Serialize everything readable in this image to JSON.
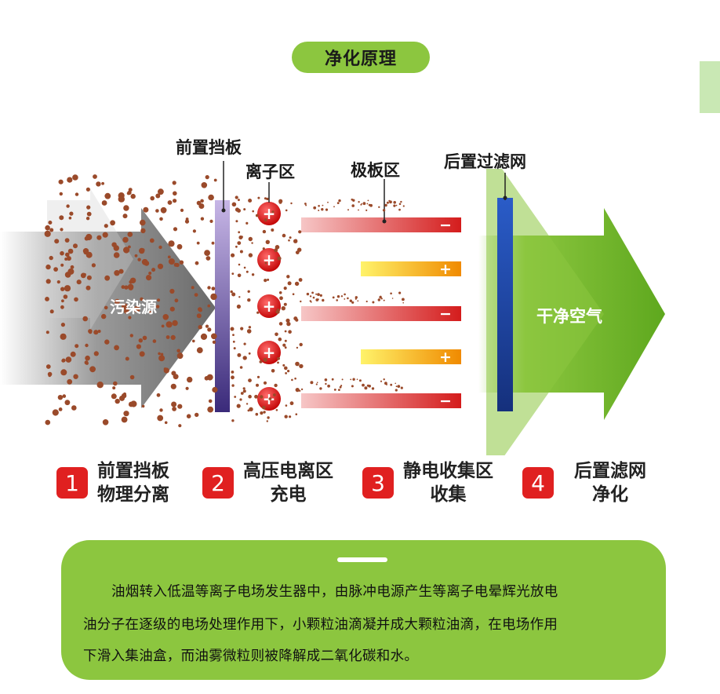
{
  "title": "净化原理",
  "diagram": {
    "source_label": "污染源",
    "clean_label": "干净空气",
    "labels": {
      "front_plate": "前置挡板",
      "ion_zone": "离子区",
      "plate_zone": "极板区",
      "rear_filter": "后置过滤网"
    },
    "plus_sign": "+",
    "minus_sign": "−"
  },
  "steps": [
    {
      "num": "1",
      "line1": "前置挡板",
      "line2": "物理分离"
    },
    {
      "num": "2",
      "line1": "高压电离区",
      "line2": "充电"
    },
    {
      "num": "3",
      "line1": "静电收集区",
      "line2": "收集"
    },
    {
      "num": "4",
      "line1": "后置滤网",
      "line2": "净化"
    }
  ],
  "description": {
    "line1": "油烟转入低温等离子电场发生器中，由脉冲电源产生等离子电晕辉光放电",
    "line2": "油分子在逐级的电场处理作用下，小颗粒油滴凝并成大颗粒油滴，在电场作用",
    "line3": "下滑入集油盒，而油雾微粒则被降解成二氧化碳和水。"
  },
  "colors": {
    "green": "#8cc63f",
    "red": "#e02020",
    "dark_blue": "#1c3f9c",
    "purple": "#8a6bb8",
    "particle": "#9a4a2a"
  }
}
